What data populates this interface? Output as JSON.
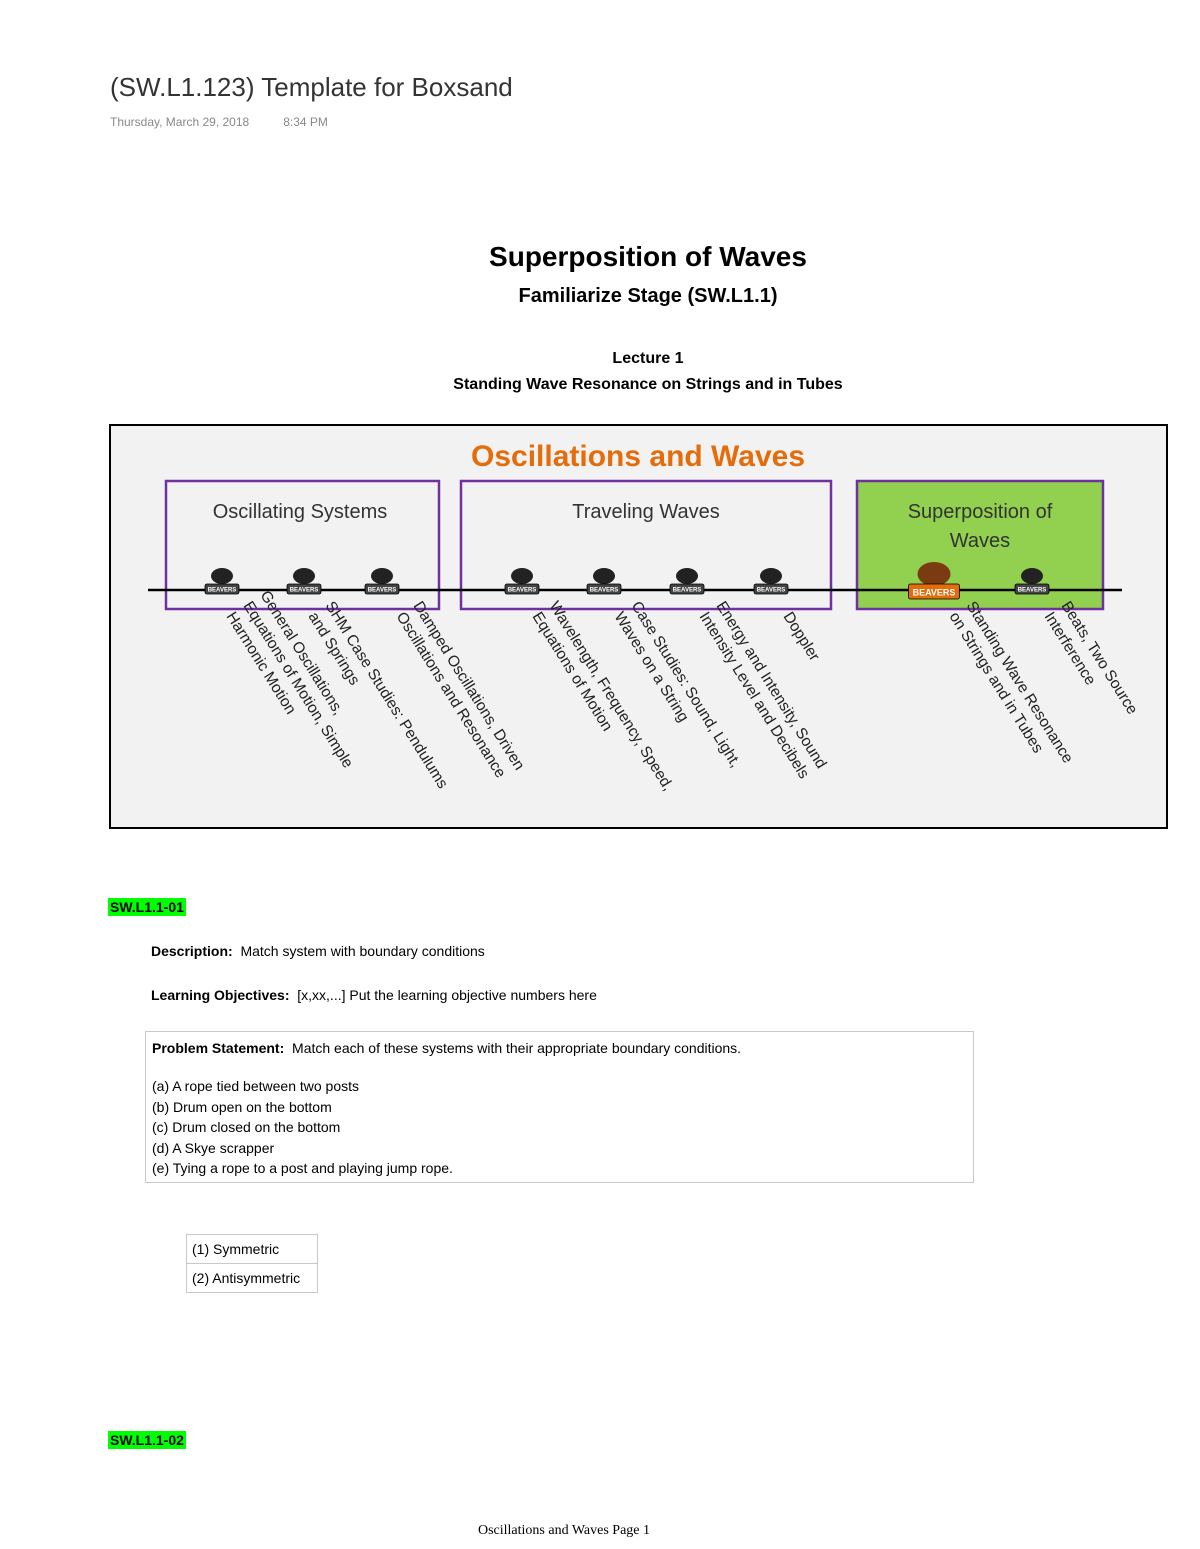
{
  "note": {
    "title": "(SW.L1.123) Template for Boxsand",
    "date": "Thursday, March 29, 2018",
    "time": "8:34 PM"
  },
  "doc": {
    "title": "Superposition of Waves",
    "subtitle": "Familiarize Stage (SW.L1.1)",
    "lecture": "Lecture 1",
    "lecture_title": "Standing Wave Resonance on Strings and in Tubes"
  },
  "figure": {
    "title": "Oscillations and Waves",
    "title_color": "#e46c0a",
    "box_border_color": "#7030a0",
    "highlight_color": "#92d050",
    "sections": [
      {
        "title": "Oscillating Systems",
        "highlighted": false
      },
      {
        "title": "Traveling Waves",
        "highlighted": false
      },
      {
        "title_lines": [
          "Superposition of",
          "Waves"
        ],
        "highlighted": true
      }
    ],
    "badge_text": "BEAVERS",
    "topics": [
      {
        "lines": [
          "General Oscillations,",
          "Equations of Motion, Simple",
          "Harmonic Motion"
        ]
      },
      {
        "lines": [
          "SHM Case Studies: Pendulums",
          "and Springs"
        ]
      },
      {
        "lines": [
          "Damped Oscillations, Driven",
          "Oscillations and Resonance"
        ]
      },
      {
        "lines": [
          "Wavelength, Frequency, Speed,",
          "Equations of Motion"
        ]
      },
      {
        "lines": [
          "Case Studies: Sound, Light,",
          "Waves on a String"
        ]
      },
      {
        "lines": [
          "Energy and Intensity, Sound",
          "Intensity Level and Decibels"
        ]
      },
      {
        "lines": [
          "Doppler"
        ]
      },
      {
        "lines": [
          "Standing Wave Resonance",
          "on Strings and in Tubes"
        ]
      },
      {
        "lines": [
          "Beats, Two Source",
          "Interference"
        ]
      }
    ]
  },
  "problems": [
    {
      "tag": "SW.L1.1-01",
      "description_label": "Description:",
      "description": "Match system with boundary conditions",
      "objectives_label": "Learning Objectives:",
      "objectives": "[x,xx,...] Put the learning objective numbers here",
      "statement_label": "Problem Statement:",
      "statement": "Match each of these systems with their appropriate boundary conditions.",
      "items": [
        "(a) A rope tied between two posts",
        "(b) Drum open on the bottom",
        "(c) Drum closed on the bottom",
        "(d) A Skye scrapper",
        "(e) Tying a rope to a post and playing jump rope."
      ],
      "answers": [
        "(1) Symmetric",
        "(2) Antisymmetric"
      ]
    },
    {
      "tag": "SW.L1.1-02"
    }
  ],
  "footer": "Oscillations and Waves Page 1"
}
